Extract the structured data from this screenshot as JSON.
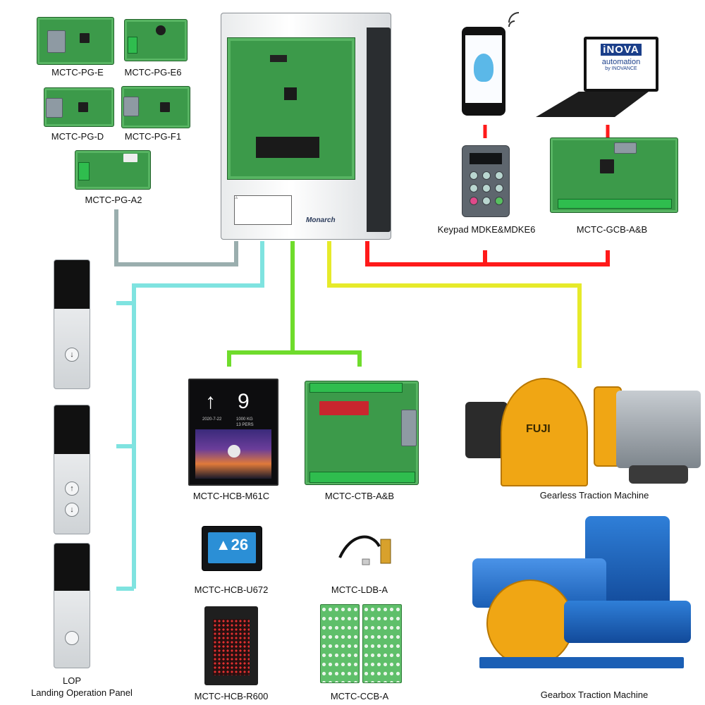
{
  "diagram": {
    "encoder_cards": [
      {
        "id": "pg_e",
        "label": "MCTC-PG-E"
      },
      {
        "id": "pg_e6",
        "label": "MCTC-PG-E6"
      },
      {
        "id": "pg_d",
        "label": "MCTC-PG-D"
      },
      {
        "id": "pg_f1",
        "label": "MCTC-PG-F1"
      },
      {
        "id": "pg_a2",
        "label": "MCTC-PG-A2"
      }
    ],
    "controller": {
      "brand": "Monarch"
    },
    "remote": {
      "keypad_label": "Keypad MDKE&MDKE6",
      "gcb_label": "MCTC-GCB-A&B",
      "laptop_logo": "iNOVA",
      "laptop_text": "automation",
      "laptop_subtext": "by INOVANCE"
    },
    "car_devices": {
      "hcb_m61c_label": "MCTC-HCB-M61C",
      "ctb_label": "MCTC-CTB-A&B",
      "hcb_u672_label": "MCTC-HCB-U672",
      "ldb_label": "MCTC-LDB-A",
      "hcb_r600_label": "MCTC-HCB-R600",
      "ccb_label": "MCTC-CCB-A",
      "hcb_screen": {
        "arrow": "↑",
        "floor": "9",
        "date": "2020-7-22",
        "capacity": "1000 KG",
        "persons": "13 PERS"
      },
      "u672_display": "▲26"
    },
    "machines": {
      "gearless_label": "Gearless Traction Machine",
      "gearbox_label": "Gearbox Traction Machine",
      "brand_mark": "FUJI"
    },
    "lop": {
      "label_line1": "LOP",
      "label_line2": "Landing Operation Panel"
    },
    "colors": {
      "encoder_line": "#9aaeae",
      "lop_line": "#7fe3e0",
      "car_line": "#6fdc2c",
      "machine_line": "#e6ea2a",
      "remote_line": "#ff1a1a"
    }
  }
}
